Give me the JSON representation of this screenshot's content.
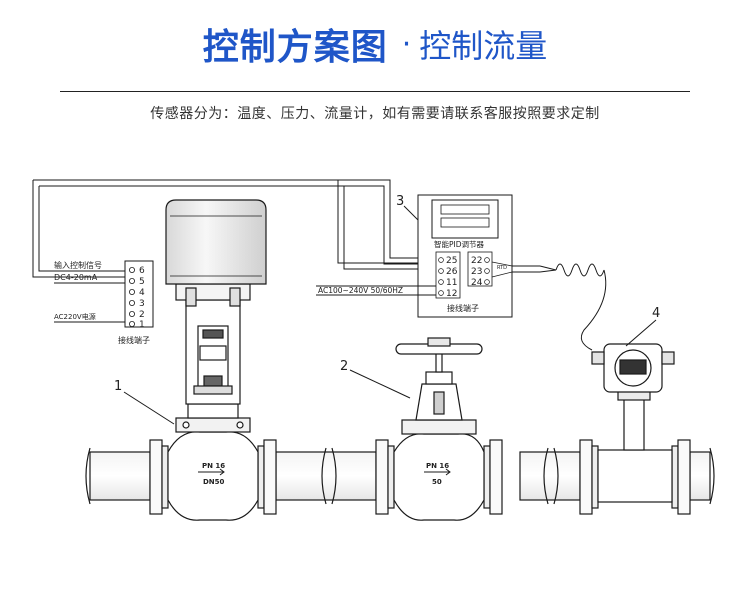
{
  "header": {
    "title_main": "控制方案图",
    "title_dot": "·",
    "title_sub": "控制流量",
    "subtitle": "传感器分为：温度、压力、流量计，如有需要请联系客服按照要求定制"
  },
  "diagram": {
    "callouts": [
      "1",
      "2",
      "3",
      "4"
    ],
    "actuator_terminal": {
      "input_label": "输入控制信号",
      "dc_label": "DC4-20mA",
      "ac_label": "AC220V电源",
      "numbers": [
        "6",
        "5",
        "4",
        "3",
        "2",
        "1"
      ],
      "caption": "接线端子"
    },
    "controller": {
      "name": "智能PID调节器",
      "terminals_left": [
        "25",
        "26",
        "11",
        "12"
      ],
      "terminals_right": [
        "22",
        "23",
        "24"
      ],
      "rtd_label": "RTD",
      "power_label": "AC100~240V 50/60HZ",
      "caption": "接线端子"
    },
    "valve1_marking": [
      "PN 16",
      "DN50"
    ],
    "valve2_marking": [
      "PN 16",
      "50"
    ]
  },
  "colors": {
    "title": "#1f56c8",
    "line": "#1a1a1a"
  }
}
